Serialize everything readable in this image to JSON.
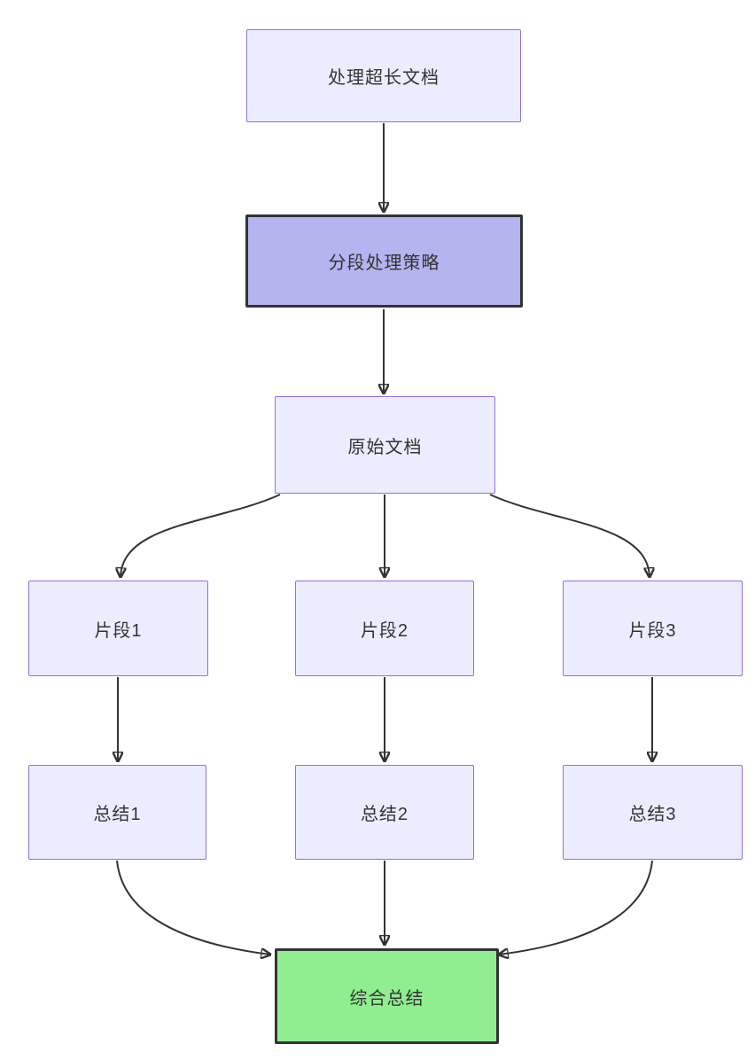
{
  "diagram": {
    "type": "flowchart",
    "direction": "top-bottom",
    "nodes": [
      {
        "id": "A",
        "label": "处理超长文档",
        "style": "default"
      },
      {
        "id": "B",
        "label": "分段处理策略",
        "style": "highlight"
      },
      {
        "id": "C",
        "label": "原始文档",
        "style": "default"
      },
      {
        "id": "D1",
        "label": "片段1",
        "style": "default"
      },
      {
        "id": "D2",
        "label": "片段2",
        "style": "default"
      },
      {
        "id": "D3",
        "label": "片段3",
        "style": "default"
      },
      {
        "id": "S1",
        "label": "总结1",
        "style": "default"
      },
      {
        "id": "S2",
        "label": "总结2",
        "style": "default"
      },
      {
        "id": "S3",
        "label": "总结3",
        "style": "default"
      },
      {
        "id": "F",
        "label": "综合总结",
        "style": "success"
      }
    ],
    "edges": [
      {
        "from": "A",
        "to": "B"
      },
      {
        "from": "B",
        "to": "C"
      },
      {
        "from": "C",
        "to": "D1"
      },
      {
        "from": "C",
        "to": "D2"
      },
      {
        "from": "C",
        "to": "D3"
      },
      {
        "from": "D1",
        "to": "S1"
      },
      {
        "from": "D2",
        "to": "S2"
      },
      {
        "from": "D3",
        "to": "S3"
      },
      {
        "from": "S1",
        "to": "F"
      },
      {
        "from": "S2",
        "to": "F"
      },
      {
        "from": "S3",
        "to": "F"
      }
    ],
    "colors": {
      "background": "#FFFFFF",
      "node_fill": "#ECECFF",
      "node_border": "#9370DB",
      "highlight_fill": "#B4B4F0",
      "highlight_border": "#333333",
      "success_fill": "#90EE90",
      "success_border": "#333333",
      "edge": "#333333",
      "text": "#333333"
    }
  }
}
